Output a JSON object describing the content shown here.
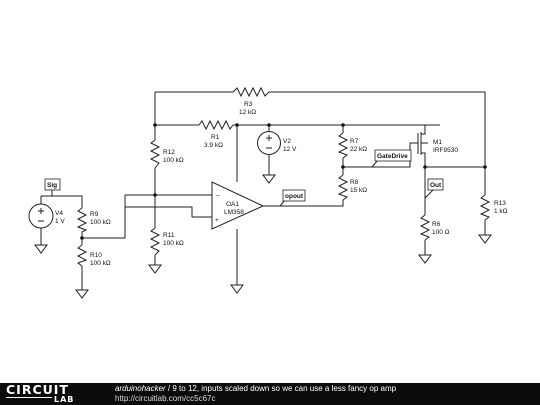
{
  "components": {
    "r3": {
      "name": "R3",
      "value": "12 kΩ"
    },
    "r1": {
      "name": "R1",
      "value": "3.9 kΩ"
    },
    "r12": {
      "name": "R12",
      "value": "100 kΩ"
    },
    "r11": {
      "name": "R11",
      "value": "100 kΩ"
    },
    "r9": {
      "name": "R9",
      "value": "100 kΩ"
    },
    "r10": {
      "name": "R10",
      "value": "100 kΩ"
    },
    "v4": {
      "name": "V4",
      "value": "1 V"
    },
    "v2": {
      "name": "V2",
      "value": "12 V"
    },
    "oa1": {
      "name": "OA1",
      "value": "LM358"
    },
    "r7": {
      "name": "R7",
      "value": "22 kΩ"
    },
    "r8": {
      "name": "R8",
      "value": "15 kΩ"
    },
    "m1": {
      "name": "M1",
      "value": "IRF9530"
    },
    "r6": {
      "name": "R6",
      "value": "100 Ω"
    },
    "r13": {
      "name": "R13",
      "value": "1 kΩ"
    }
  },
  "net_labels": {
    "sig": "Sig",
    "opout": "opout",
    "gatedrive": "GateDrive",
    "out": "Out"
  },
  "footer": {
    "logo_top": "CIRCUIT",
    "logo_bottom": "LAB",
    "author": "arduinohacker",
    "separator": " / ",
    "description": "9 to 12, inputs scaled down so we can use a less fancy op amp",
    "url": "http://circuitlab.com/cc5c67c"
  }
}
